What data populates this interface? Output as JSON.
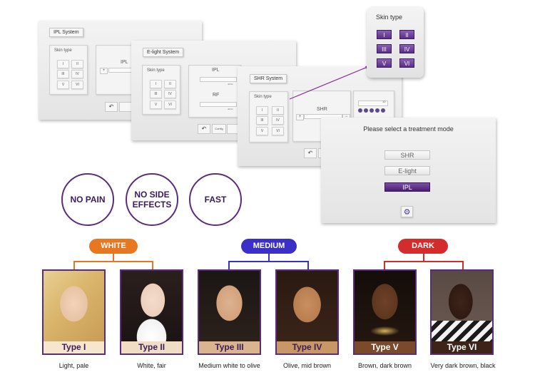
{
  "ipl_system": {
    "title": "IPL System",
    "skin_type_label": "Skin type",
    "skin_buttons": [
      "I",
      "II",
      "III",
      "IV",
      "V",
      "VI"
    ],
    "slider_label": "IPL",
    "plus": "+"
  },
  "elight_system": {
    "title": "E-light System",
    "skin_type_label": "Skin type",
    "skin_buttons": [
      "I",
      "II",
      "III",
      "IV",
      "V",
      "VI"
    ],
    "ipl_label": "IPL",
    "rf_label": "RF",
    "unit_a": "J/cm²",
    "unit_b": "J/cm²",
    "plus": "+",
    "minus": "−",
    "config_label": "Config"
  },
  "shr_system": {
    "title": "SHR System",
    "skin_type_label": "Skin type",
    "skin_buttons": [
      "I",
      "II",
      "III",
      "IV",
      "V",
      "VI"
    ],
    "shr_label": "SHR",
    "plus": "+",
    "minus": "−",
    "counter": "10"
  },
  "skin_popup": {
    "title": "Skin type",
    "buttons": [
      "I",
      "II",
      "III",
      "IV",
      "V",
      "VI"
    ]
  },
  "treatment": {
    "heading": "Please select a treatment mode",
    "modes": [
      "SHR",
      "E-light",
      "IPL"
    ],
    "selected": "IPL"
  },
  "features": [
    "NO PAIN",
    "NO SIDE\nEFFECTS",
    "FAST"
  ],
  "categories": {
    "white": {
      "label": "WHITE",
      "color": "#e87722"
    },
    "medium": {
      "label": "MEDIUM",
      "color": "#3b2fc7"
    },
    "dark": {
      "label": "DARK",
      "color": "#d42c2c"
    }
  },
  "skin_types": [
    {
      "name": "Type I",
      "desc": "Light, pale",
      "band_bg": "#f6e6cd",
      "band_fg": "#3a1c5a"
    },
    {
      "name": "Type II",
      "desc": "White, fair",
      "band_bg": "#f1ddc4",
      "band_fg": "#3a1c5a"
    },
    {
      "name": "Type III",
      "desc": "Medium white to olive",
      "band_bg": "#d9b48e",
      "band_fg": "#3a1c5a"
    },
    {
      "name": "Type IV",
      "desc": "Olive, mid brown",
      "band_bg": "#c99666",
      "band_fg": "#3a1c5a"
    },
    {
      "name": "Type V",
      "desc": "Brown, dark brown",
      "band_bg": "#7a4a2a",
      "band_fg": "#ffffff"
    },
    {
      "name": "Type VI",
      "desc": "Very dark brown, black",
      "band_bg": "#3e2418",
      "band_fg": "#ffffff"
    }
  ]
}
